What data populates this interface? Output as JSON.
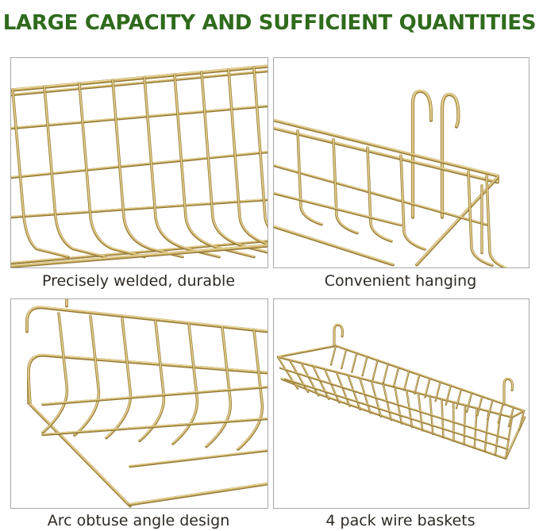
{
  "headline": "LARGE CAPACITY AND SUFFICIENT QUANTITIES",
  "colors": {
    "headline": "#2f6b1c",
    "wire": "#c9ad62",
    "wire_highlight": "#f1e2ad",
    "wire_shadow": "#8f7634",
    "frame": "#a9a9a9"
  },
  "panels": [
    {
      "caption": "Precisely welded, durable",
      "image": "close-up of welded gold wire basket grid"
    },
    {
      "caption": "Convenient hanging",
      "image": "gold wire basket corner with hanging hook"
    },
    {
      "caption": "Arc obtuse angle design",
      "image": "gold wire basket with rounded corner rail"
    },
    {
      "caption": "4 pack wire baskets",
      "image": "full gold wire basket with two hooks"
    }
  ]
}
